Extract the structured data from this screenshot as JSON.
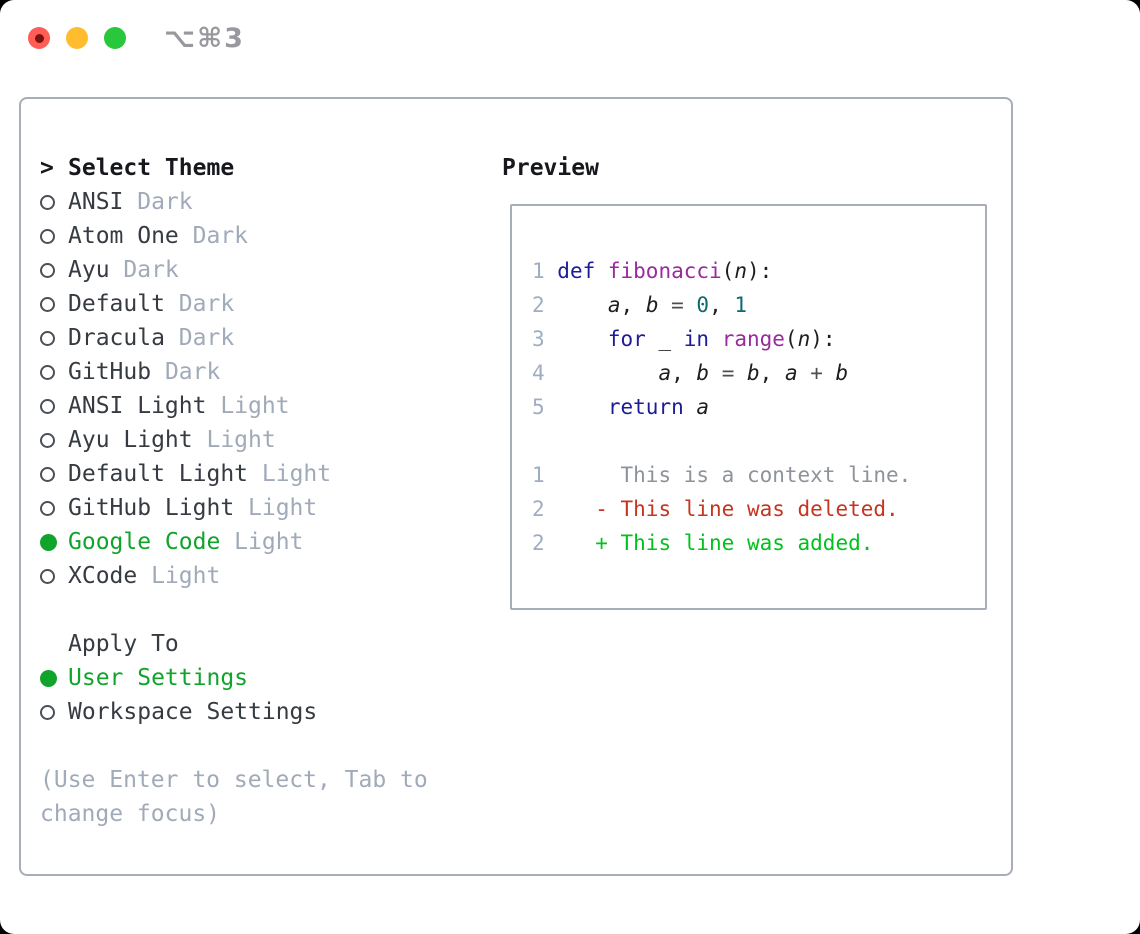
{
  "window": {
    "title": "⌥⌘3",
    "traffic_lights": [
      "close",
      "minimize",
      "zoom"
    ]
  },
  "theme_list": {
    "prompt": ">",
    "header": "Select Theme",
    "items": [
      {
        "name": "ANSI",
        "variant": "Dark",
        "selected": false
      },
      {
        "name": "Atom One",
        "variant": "Dark",
        "selected": false
      },
      {
        "name": "Ayu",
        "variant": "Dark",
        "selected": false
      },
      {
        "name": "Default",
        "variant": "Dark",
        "selected": false
      },
      {
        "name": "Dracula",
        "variant": "Dark",
        "selected": false
      },
      {
        "name": "GitHub",
        "variant": "Dark",
        "selected": false
      },
      {
        "name": "ANSI Light",
        "variant": "Light",
        "selected": false
      },
      {
        "name": "Ayu Light",
        "variant": "Light",
        "selected": false
      },
      {
        "name": "Default Light",
        "variant": "Light",
        "selected": false
      },
      {
        "name": "GitHub Light",
        "variant": "Light",
        "selected": false
      },
      {
        "name": "Google Code",
        "variant": "Light",
        "selected": true
      },
      {
        "name": "XCode",
        "variant": "Light",
        "selected": false
      }
    ]
  },
  "apply_to": {
    "header": "Apply To",
    "options": [
      {
        "label": "User Settings",
        "selected": true
      },
      {
        "label": "Workspace Settings",
        "selected": false
      }
    ]
  },
  "hint": "(Use Enter to select, Tab to change focus)",
  "preview": {
    "header": "Preview",
    "code_lines": [
      [
        {
          "c": "ln",
          "t": "1 "
        },
        {
          "c": "kwd",
          "t": "def "
        },
        {
          "c": "fun",
          "t": "fibonacci"
        },
        {
          "c": "pun",
          "t": "("
        },
        {
          "c": "var",
          "t": "n"
        },
        {
          "c": "pun",
          "t": "):"
        }
      ],
      [
        {
          "c": "ln",
          "t": "2 "
        },
        {
          "c": "pln",
          "t": "    "
        },
        {
          "c": "var",
          "t": "a"
        },
        {
          "c": "pun",
          "t": ", "
        },
        {
          "c": "var",
          "t": "b"
        },
        {
          "c": "op",
          "t": " = "
        },
        {
          "c": "lit",
          "t": "0"
        },
        {
          "c": "pun",
          "t": ", "
        },
        {
          "c": "lit",
          "t": "1"
        }
      ],
      [
        {
          "c": "ln",
          "t": "3 "
        },
        {
          "c": "pln",
          "t": "    "
        },
        {
          "c": "kwd",
          "t": "for "
        },
        {
          "c": "pln",
          "t": "_ "
        },
        {
          "c": "kwd",
          "t": "in "
        },
        {
          "c": "fun",
          "t": "range"
        },
        {
          "c": "pun",
          "t": "("
        },
        {
          "c": "var",
          "t": "n"
        },
        {
          "c": "pun",
          "t": "):"
        }
      ],
      [
        {
          "c": "ln",
          "t": "4 "
        },
        {
          "c": "pln",
          "t": "        "
        },
        {
          "c": "var",
          "t": "a"
        },
        {
          "c": "pun",
          "t": ", "
        },
        {
          "c": "var",
          "t": "b"
        },
        {
          "c": "op",
          "t": " = "
        },
        {
          "c": "var",
          "t": "b"
        },
        {
          "c": "pun",
          "t": ", "
        },
        {
          "c": "var",
          "t": "a"
        },
        {
          "c": "op",
          "t": " + "
        },
        {
          "c": "var",
          "t": "b"
        }
      ],
      [
        {
          "c": "ln",
          "t": "5 "
        },
        {
          "c": "pln",
          "t": "    "
        },
        {
          "c": "kwd",
          "t": "return "
        },
        {
          "c": "var",
          "t": "a"
        }
      ],
      [],
      [
        {
          "c": "ln",
          "t": "1 "
        },
        {
          "c": "ctx",
          "t": "     This is a context line."
        }
      ],
      [
        {
          "c": "ln",
          "t": "2 "
        },
        {
          "c": "pln",
          "t": "   "
        },
        {
          "c": "del",
          "t": "- This line was deleted."
        }
      ],
      [
        {
          "c": "ln",
          "t": "2 "
        },
        {
          "c": "pln",
          "t": "   "
        },
        {
          "c": "add",
          "t": "+ This line was added."
        }
      ]
    ]
  },
  "colors": {
    "selected_green": "#11a42c",
    "added_green": "#00c21c",
    "deleted_red": "#c5351f",
    "keyword_blue": "#1c1c99",
    "function_purple": "#982b9d",
    "literal_teal": "#0c6b6e",
    "variant_gray": "#a0aab8",
    "line_number_gray": "#9fadc0",
    "context_gray": "#8e939b",
    "panel_border": "#a7aeb9",
    "traffic_red": "#ff5d55",
    "traffic_yellow": "#febc2e",
    "traffic_green": "#28c73c",
    "title_gray": "#98989e"
  }
}
